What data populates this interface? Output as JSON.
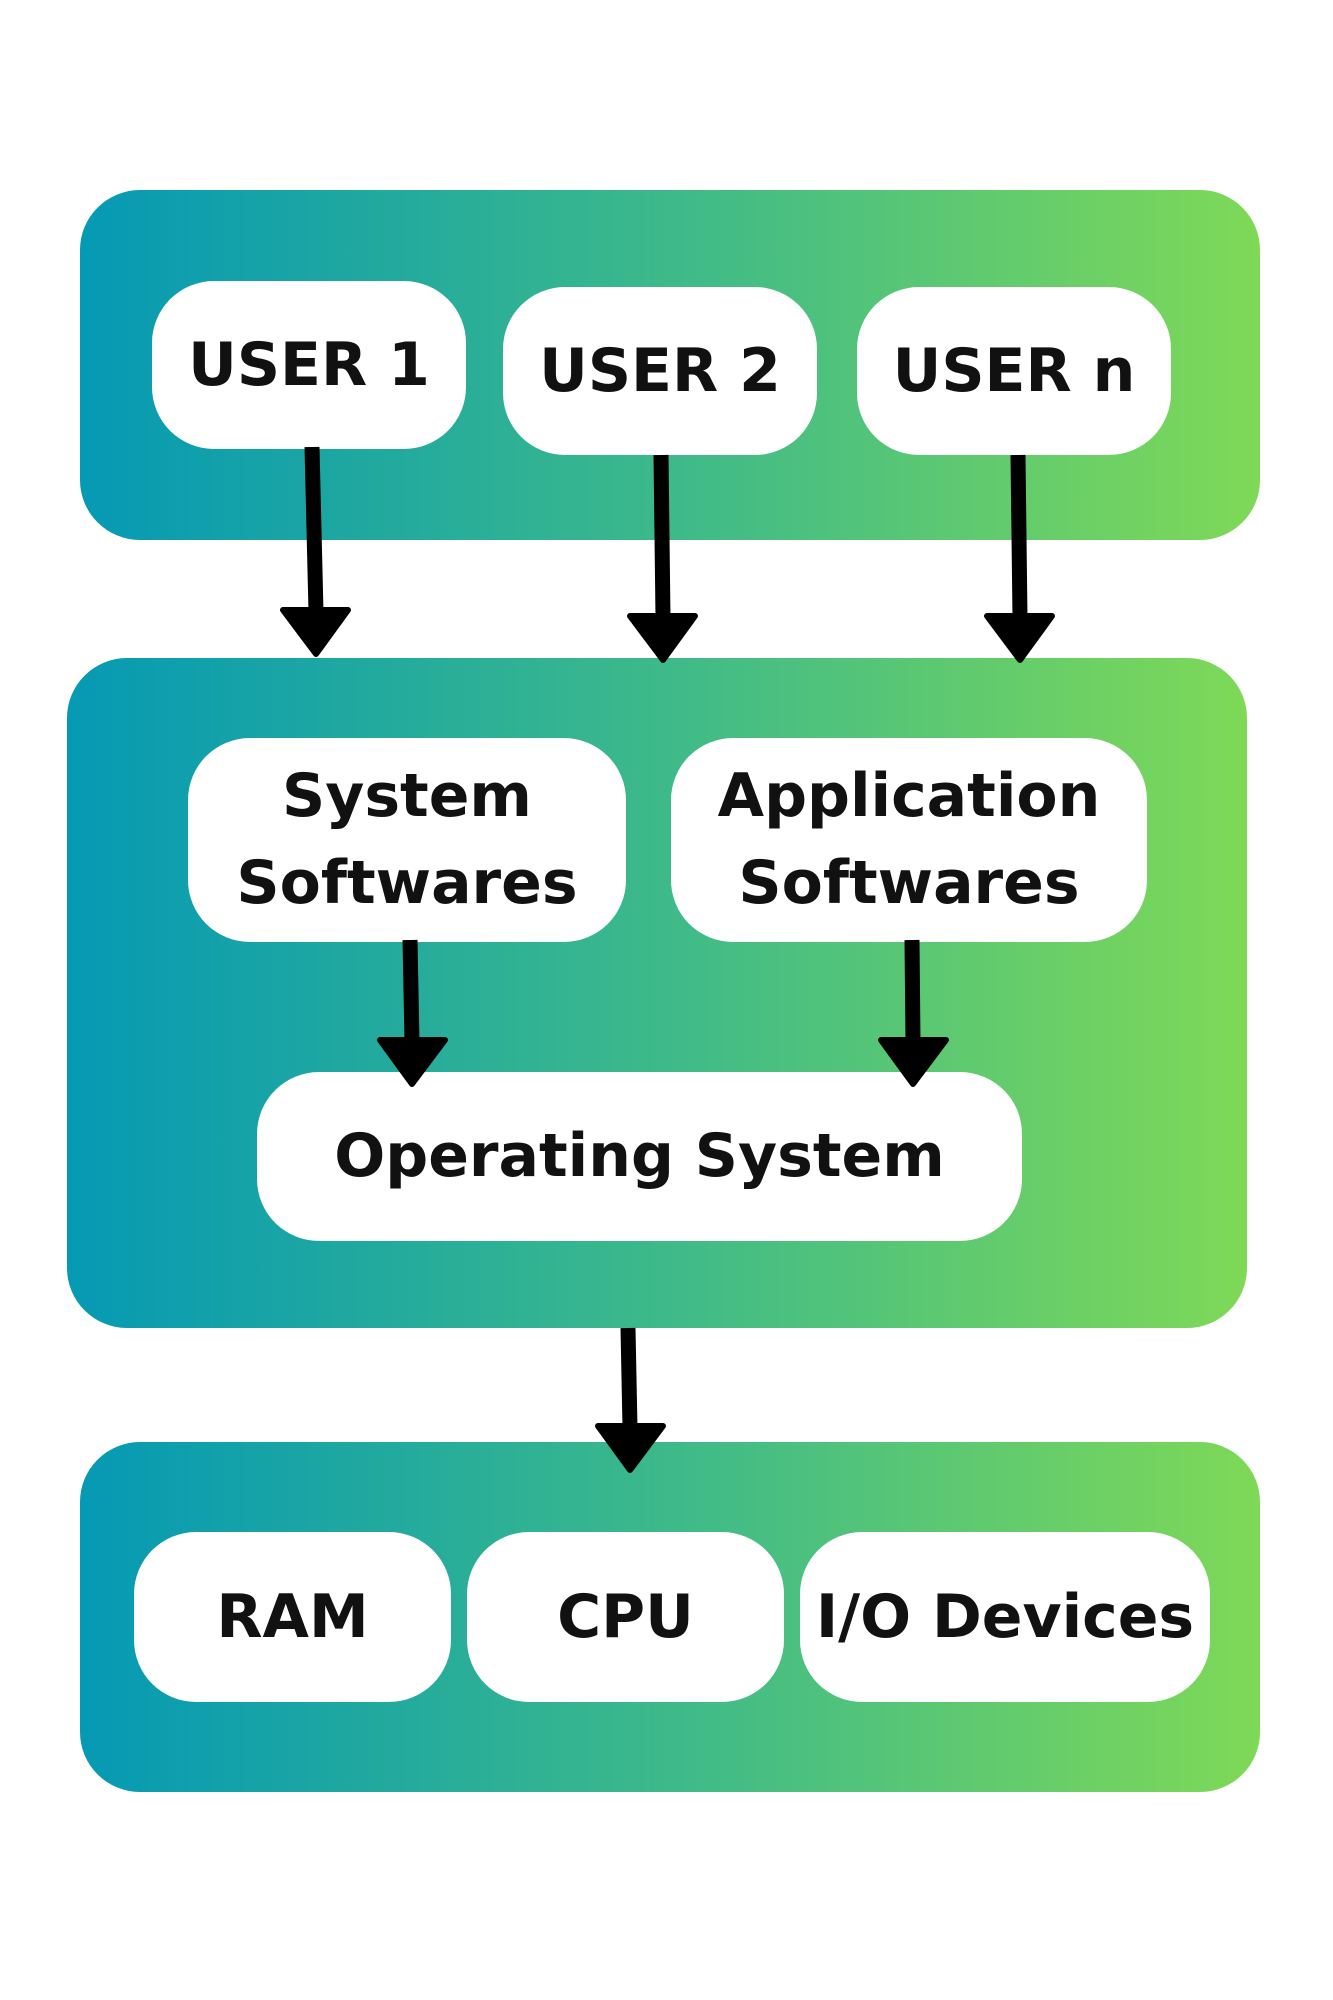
{
  "colors": {
    "gradient_start": "#0599b4",
    "gradient_mid": "#3db98a",
    "gradient_end": "#7fd957",
    "node_fill": "#ffffff",
    "text": "#111111",
    "arrow": "#000000"
  },
  "users_layer": {
    "items": [
      {
        "label": "USER 1"
      },
      {
        "label": "USER 2"
      },
      {
        "label": "USER n"
      }
    ]
  },
  "software_layer": {
    "system_softwares": {
      "line1": "System",
      "line2": "Softwares"
    },
    "application_softwares": {
      "line1": "Application",
      "line2": "Softwares"
    },
    "operating_system": {
      "label": "Operating System"
    }
  },
  "hardware_layer": {
    "items": [
      {
        "label": "RAM"
      },
      {
        "label": "CPU"
      },
      {
        "label": "I/O Devices"
      }
    ]
  },
  "connections": [
    {
      "from": "USER 1",
      "to": "software-layer"
    },
    {
      "from": "USER 2",
      "to": "software-layer"
    },
    {
      "from": "USER n",
      "to": "software-layer"
    },
    {
      "from": "System Softwares",
      "to": "Operating System"
    },
    {
      "from": "Application Softwares",
      "to": "Operating System"
    },
    {
      "from": "software-layer",
      "to": "hardware-layer"
    }
  ]
}
